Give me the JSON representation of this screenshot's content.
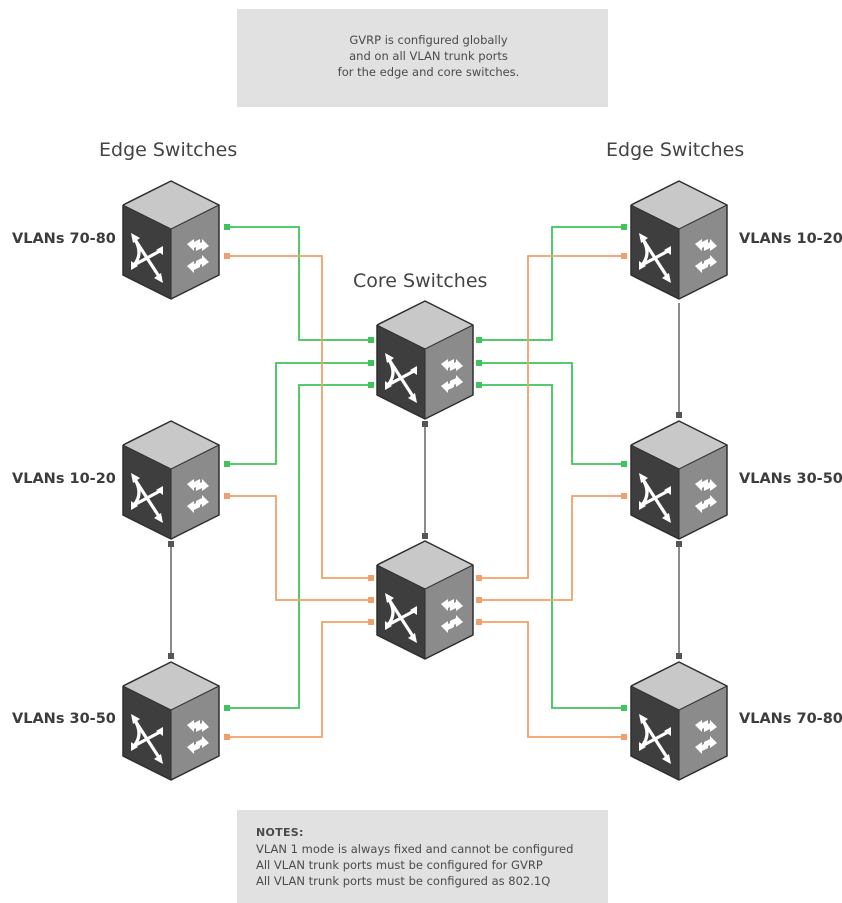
{
  "top_note": {
    "lines": [
      "GVRP is configured globally",
      "and on all VLAN trunk ports",
      "for the edge and core switches."
    ]
  },
  "headings": {
    "left_edge": "Edge Switches",
    "right_edge": "Edge Switches",
    "core": "Core Switches"
  },
  "vlan_labels": {
    "left_top": "VLANs 70-80",
    "left_mid": "VLANs 10-20",
    "left_bot": "VLANs 30-50",
    "right_top": "VLANs 10-20",
    "right_mid": "VLANs 30-50",
    "right_bot": "VLANs 70-80"
  },
  "notes": {
    "title": "NOTES:",
    "lines": [
      "VLAN 1 mode is always fixed and cannot be configured",
      "All VLAN trunk ports must be configured for GVRP",
      "All VLAN trunk ports must be configured as 802.1Q"
    ]
  },
  "colors": {
    "green_link": "#3ec45a",
    "orange_link": "#f0a06a",
    "stack_link": "#666666",
    "switch_top": "#c9c9c9",
    "switch_front": "#3f3f3f",
    "switch_side": "#8c8c8c"
  },
  "icons": {
    "switch": "network-switch-cube-icon"
  }
}
